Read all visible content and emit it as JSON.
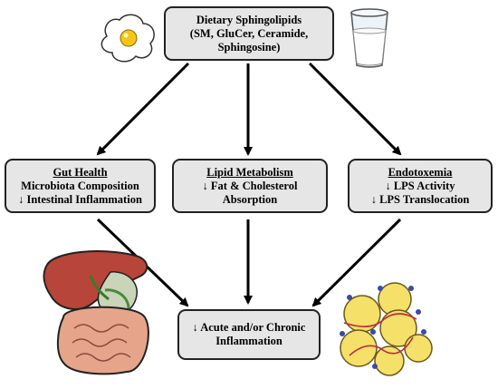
{
  "top": {
    "line1": "Dietary Sphingolipids",
    "line2": "(SM, GluCer, Ceramide,",
    "line3": "Sphingosine)"
  },
  "gut": {
    "title": "Gut Health",
    "line1": "Microbiota Composition",
    "line2": "↓ Intestinal Inflammation"
  },
  "lipid": {
    "title": "Lipid Metabolism",
    "line1": "↓ Fat & Cholesterol",
    "line2": "Absorption"
  },
  "endo": {
    "title": "Endotoxemia",
    "line1": "↓ LPS Activity",
    "line2": "↓ LPS Translocation"
  },
  "bottom": {
    "line1": "↓ Acute and/or Chronic",
    "line2": "Inflammation"
  },
  "colors": {
    "box_fill": "#e6e6e6",
    "liver": "#b8453a",
    "adipocyte": "#f5e06a",
    "egg_yolk": "#f5c518"
  },
  "icons": [
    "egg-icon",
    "milk-glass-icon",
    "digestive-organs-icon",
    "adipose-tissue-icon"
  ]
}
